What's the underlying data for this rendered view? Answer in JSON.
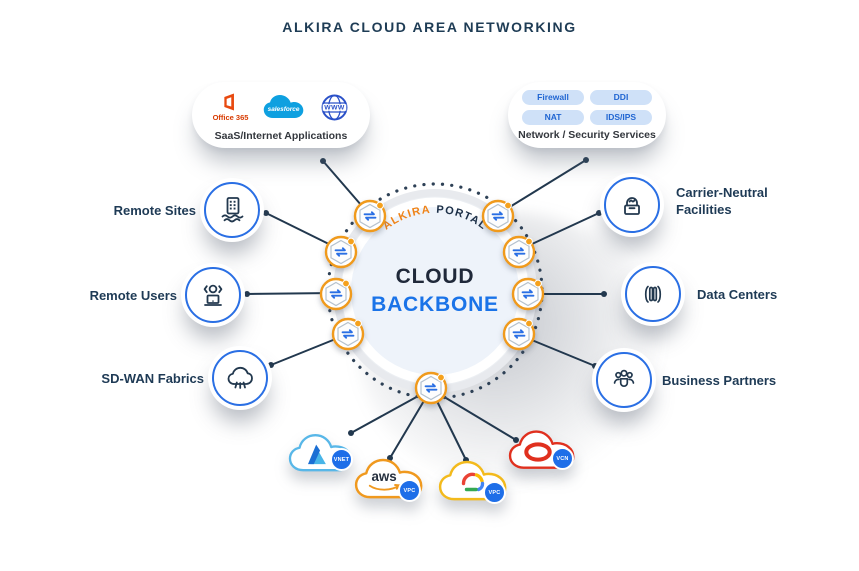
{
  "title": "ALKIRA CLOUD AREA NETWORKING",
  "saas_box": {
    "caption": "SaaS/Internet Applications",
    "office365_label": "Office 365",
    "salesforce_label": "salesforce",
    "www_label": "WWW"
  },
  "network_box": {
    "caption": "Network / Security Services",
    "services": [
      "Firewall",
      "DDI",
      "NAT",
      "IDS/IPS"
    ]
  },
  "left_items": [
    {
      "label": "Remote Sites"
    },
    {
      "label": "Remote Users"
    },
    {
      "label": "SD-WAN Fabrics"
    }
  ],
  "right_items": [
    {
      "label": "Carrier-Neutral Facilities"
    },
    {
      "label": "Data Centers"
    },
    {
      "label": "Business Partners"
    }
  ],
  "core": {
    "portal_brand": "ALKIRA",
    "portal_word": "PORTAL",
    "center_line1": "CLOUD",
    "center_line2": "BACKBONE"
  },
  "clouds": [
    {
      "provider": "azure",
      "badge": "VNET"
    },
    {
      "provider": "aws",
      "badge": "VPC",
      "logo_text": "aws"
    },
    {
      "provider": "google-cloud",
      "badge": "VPC"
    },
    {
      "provider": "oracle",
      "badge": "VCN"
    }
  ],
  "colors": {
    "accent_blue": "#1a73e8",
    "accent_orange": "#f09a1c",
    "navy_text": "#1e3a55",
    "line_color": "#22384e",
    "azure_blue": "#58b7e8",
    "aws_orange": "#f0991e",
    "gcp_yellow": "#f3ba1c",
    "oracle_red": "#e0301e",
    "salesforce_blue": "#0ea0e0",
    "office_orange": "#e8490f",
    "pill_bg": "#cfe1f8"
  }
}
